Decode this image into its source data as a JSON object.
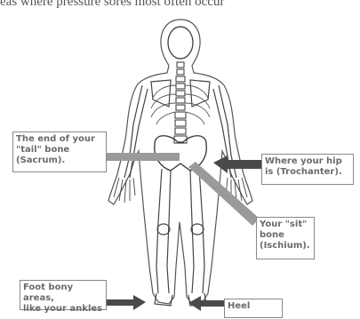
{
  "caption": "eas where pressure sores most often occur",
  "labels": {
    "sacrum": [
      "The end of your",
      "\"tail\" bone",
      "(Sacrum)."
    ],
    "hip": [
      "Where your hip",
      "is (Trochanter)."
    ],
    "ischium": [
      "Your \"sit\"",
      "bone",
      "(Ischium)."
    ],
    "ankles": [
      "Foot bony areas,",
      "like your ankles"
    ],
    "heel": [
      "Heel"
    ]
  }
}
